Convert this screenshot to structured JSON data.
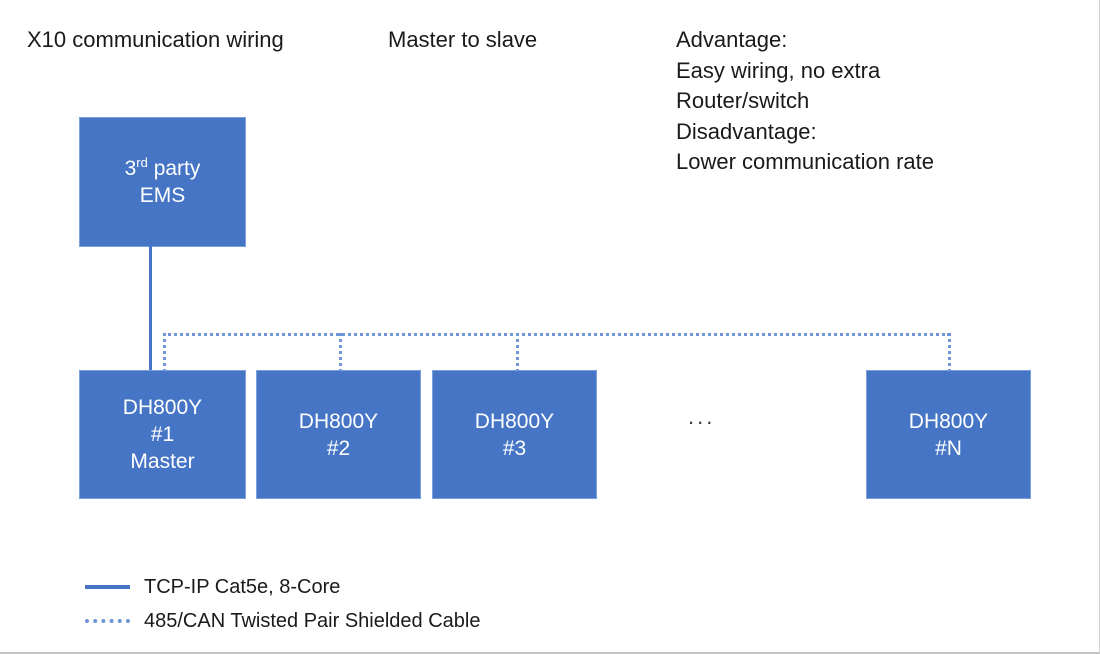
{
  "diagram": {
    "headers": {
      "topology_title": "X10 communication wiring",
      "mode_title": "Master to slave"
    },
    "notes": [
      "Advantage:",
      "Easy wiring, no extra",
      "Router/switch",
      "Disadvantage:",
      "Lower communication rate"
    ],
    "controller": {
      "line1_prefix": "3",
      "line1_sup": "rd",
      "line1_suffix": " party",
      "line2": "EMS"
    },
    "devices": [
      {
        "model": "DH800Y",
        "index": "#1",
        "role": "Master"
      },
      {
        "model": "DH800Y",
        "index": "#2",
        "role": ""
      },
      {
        "model": "DH800Y",
        "index": "#3",
        "role": ""
      },
      {
        "model": "DH800Y",
        "index": "#N",
        "role": ""
      }
    ],
    "ellipsis": "...",
    "legend": [
      {
        "style": "solid",
        "label": "TCP-IP Cat5e, 8-Core"
      },
      {
        "style": "dotted",
        "label": "485/CAN Twisted Pair Shielded Cable"
      }
    ],
    "colors": {
      "box_fill": "#4575c4",
      "box_text": "#ffffff",
      "solid_link": "#4575c4",
      "dotted_link": "#6f96d8",
      "text": "#1a1a1a"
    }
  }
}
